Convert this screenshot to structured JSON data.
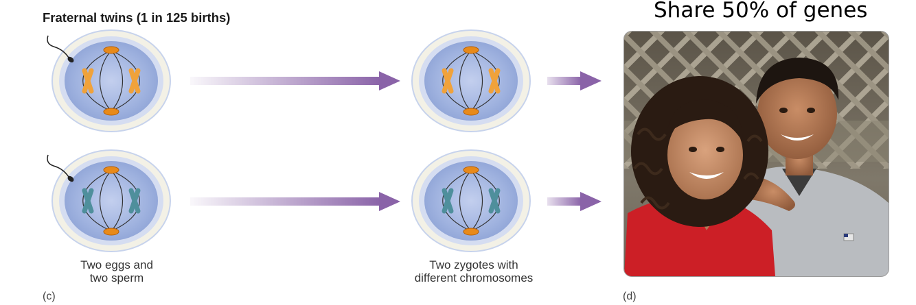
{
  "header": {
    "title": "Fraternal twins (1 in 125 births)",
    "headline": "Share 50% of genes"
  },
  "captions": {
    "left": [
      "Two eggs and",
      "two sperm"
    ],
    "middle": [
      "Two zygotes with",
      "different chromosomes"
    ]
  },
  "panel_labels": {
    "c": "(c)",
    "d": "(d)"
  },
  "colors": {
    "cell_outer": "#f2f0e6",
    "cell_ring": "#c9d6ee",
    "nucleus": "#9aaedc",
    "chromosome_a": "#f0a23b",
    "chromosome_b": "#4f8f9c",
    "arrow": "#8a63a8",
    "centrosome": "#e88a1a"
  },
  "photo": {
    "icon": "photo-of-two-smiling-teens",
    "subject_colors": {
      "shirt_red": "#cc1f26",
      "shirt_gray": "#b9bcc0",
      "fence": "#8b8478"
    }
  }
}
